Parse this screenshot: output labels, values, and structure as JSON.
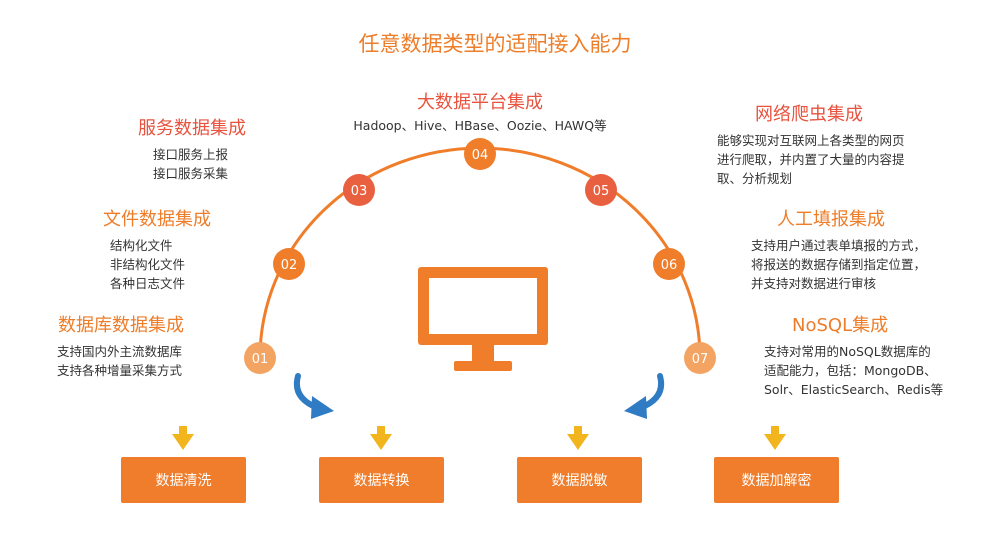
{
  "title": "任意数据类型的适配接入能力",
  "nodes": [
    "01",
    "02",
    "03",
    "04",
    "05",
    "06",
    "07"
  ],
  "sections": {
    "hadoop": {
      "title": "大数据平台集成",
      "desc": "Hadoop、Hive、HBase、Oozie、HAWQ等"
    },
    "service": {
      "title": "服务数据集成",
      "lines": [
        "接口服务上报",
        "接口服务采集"
      ]
    },
    "file": {
      "title": "文件数据集成",
      "lines": [
        "结构化文件",
        "非结构化文件",
        "各种日志文件"
      ]
    },
    "database": {
      "title": "数据库数据集成",
      "lines": [
        "支持国内外主流数据库",
        "支持各种增量采集方式"
      ]
    },
    "crawler": {
      "title": "网络爬虫集成",
      "lines": [
        "能够实现对互联网上各类型的网页",
        "进行爬取，并内置了大量的内容提",
        "取、分析规划"
      ]
    },
    "manual": {
      "title": "人工填报集成",
      "lines": [
        "支持用户通过表单填报的方式，",
        "将报送的数据存储到指定位置，",
        "并支持对数据进行审核"
      ]
    },
    "nosql": {
      "title": "NoSQL集成",
      "lines": [
        "支持对常用的NoSQL数据库的",
        "适配能力，包括：MongoDB、",
        "Solr、ElasticSearch、Redis等"
      ]
    }
  },
  "boxes": [
    "数据清洗",
    "数据转换",
    "数据脱敏",
    "数据加解密"
  ],
  "colors": {
    "accent": "#ee7d2a",
    "red_title": "#e8533f",
    "node_dark": "#e8603f",
    "node_light": "#f3a463",
    "arrow_blue": "#2f7bc4",
    "arrow_yellow": "#f2b51d"
  }
}
